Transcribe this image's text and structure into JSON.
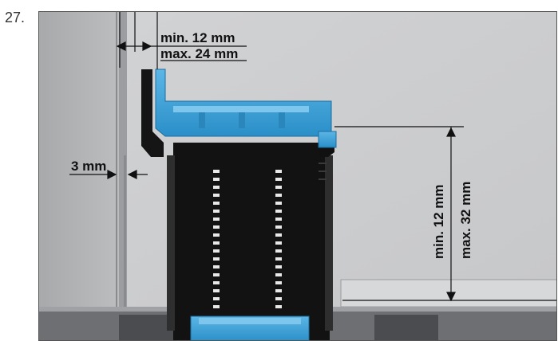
{
  "step": {
    "number": "27."
  },
  "labels": {
    "flange_min": "min. 12 mm",
    "flange_max": "max. 24 mm",
    "gap": "3 mm",
    "height_min": "min. 12 mm",
    "height_max": "max. 32 mm"
  },
  "colors": {
    "wall": "#c4c5c6",
    "gasket": "#3aa0d8",
    "drain_body": "#111111",
    "tile": "#d9dadb",
    "dimension_line": "#111111"
  }
}
